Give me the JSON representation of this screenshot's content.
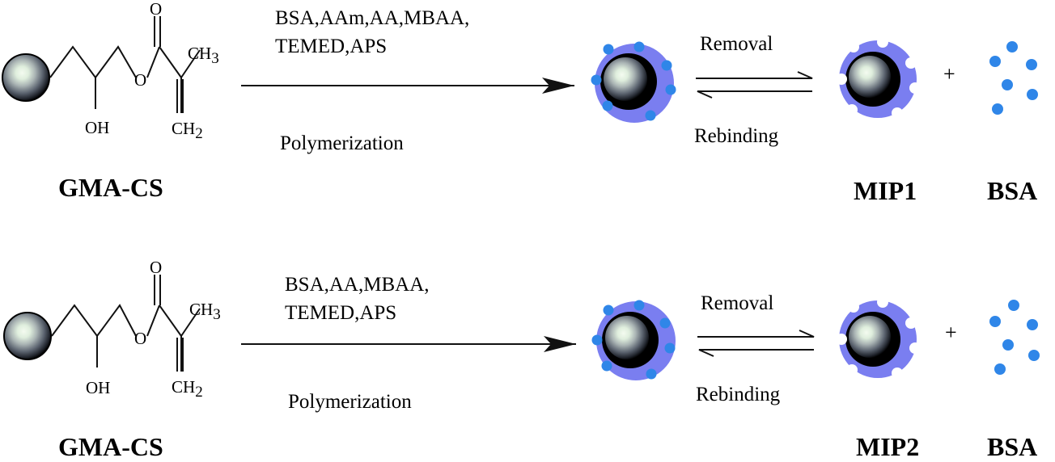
{
  "rows": [
    {
      "support_label": "GMA-CS",
      "chem": {
        "oxygen_carbonyl": "O",
        "oxygen_ester": "O",
        "hydroxyl": "OH",
        "methyl": "CH",
        "methyl_sub": "3",
        "methylene": "CH",
        "methylene_sub": "2"
      },
      "reagents_line1": "BSA,AAm,AA,MBAA,",
      "reagents_line2": "TEMED,APS",
      "condition": "Polymerization",
      "forward_label": "Removal",
      "reverse_label": "Rebinding",
      "product_label": "MIP1",
      "plus": "+",
      "template_label": "BSA"
    },
    {
      "support_label": "GMA-CS",
      "chem": {
        "oxygen_carbonyl": "O",
        "oxygen_ester": "O",
        "hydroxyl": "OH",
        "methyl": "CH",
        "methyl_sub": "3",
        "methylene": "CH",
        "methylene_sub": "2"
      },
      "reagents_line1": "BSA,AA,MBAA,",
      "reagents_line2": "TEMED,APS",
      "condition": "Polymerization",
      "forward_label": "Removal",
      "reverse_label": "Rebinding",
      "product_label": "MIP2",
      "plus": "+",
      "template_label": "BSA"
    }
  ],
  "colors": {
    "shell": "#7a7ef0",
    "protein_dot": "#2f86e8",
    "core_dark": "#000000",
    "core_light": "#e9f4e4",
    "line": "#111111"
  }
}
